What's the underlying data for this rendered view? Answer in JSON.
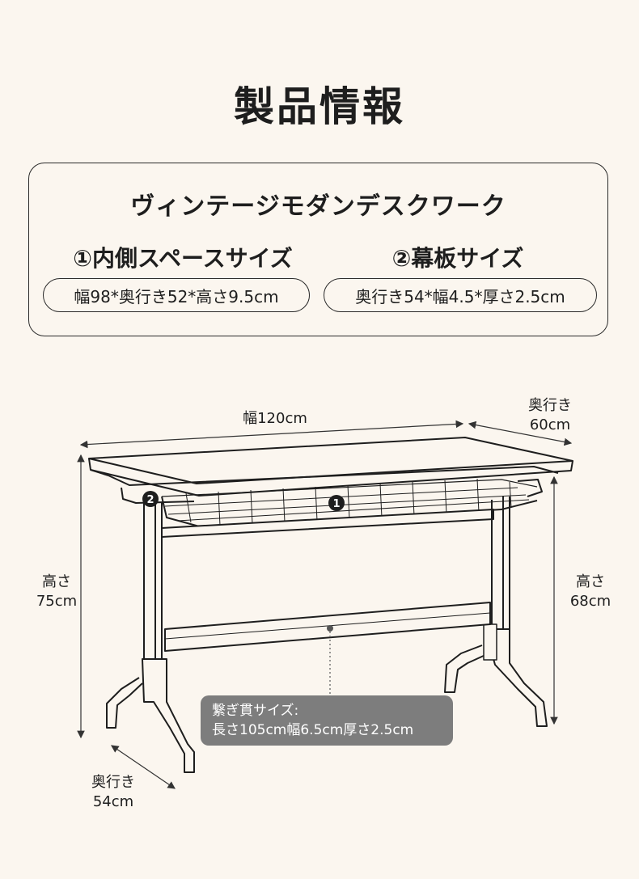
{
  "title": "製品情報",
  "card": {
    "product_name": "ヴィンテージモダンデスクワーク",
    "section1": {
      "title": "①内側スペースサイズ",
      "spec": "幅98*奥行き52*高さ9.5cm"
    },
    "section2": {
      "title": "②幕板サイズ",
      "spec": "奥行き54*幅4.5*厚さ2.5cm"
    }
  },
  "dimensions": {
    "width": "幅120cm",
    "depth_top": [
      "奥行き",
      "60cm"
    ],
    "height_left": [
      "高さ",
      "75cm"
    ],
    "height_right": [
      "高さ",
      "68cm"
    ],
    "depth_bottom": [
      "奥行き",
      "54cm"
    ]
  },
  "badges": {
    "one": "1",
    "two": "2"
  },
  "crossbar_note": [
    "繋ぎ貫サイズ:",
    "長さ105cm幅6.5cm厚さ2.5cm"
  ]
}
